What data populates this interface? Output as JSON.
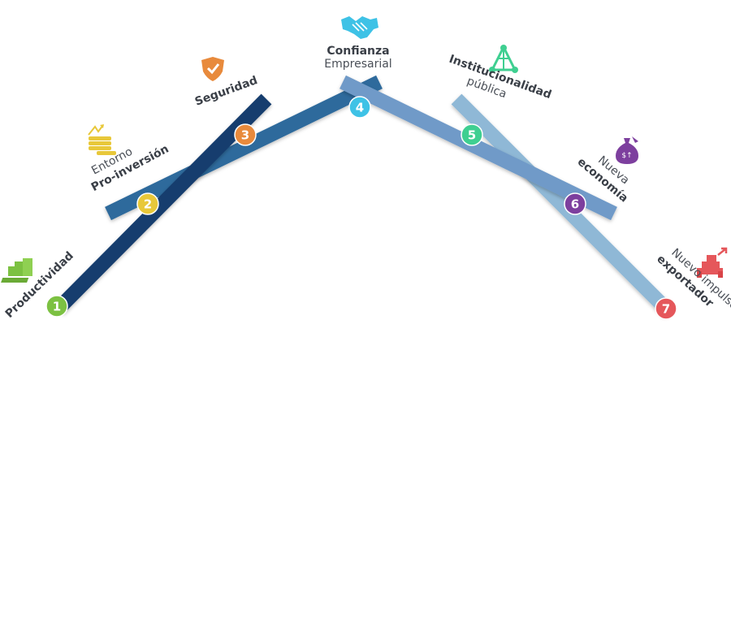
{
  "colors": {
    "bar_darkest": "#173e6e",
    "bar_dark": "#2f6b9c",
    "bar_mid": "#4b7fae",
    "bar_light": "#6f9ac8",
    "bar_lightest": "#8fb8d6",
    "text": "#3a3f47"
  },
  "pillars": [
    {
      "number": "1",
      "line1": "Productividad",
      "line2": "",
      "color": "#7cc142",
      "icon": "bars-chart-icon"
    },
    {
      "number": "2",
      "line1": "Entorno",
      "line2": "Pro-inversión",
      "color": "#e8c83a",
      "icon": "coins-growth-icon"
    },
    {
      "number": "3",
      "line1": "Seguridad",
      "line2": "",
      "color": "#e88a3c",
      "icon": "shield-check-icon"
    },
    {
      "number": "4",
      "line1": "Confianza",
      "line2": "Empresarial",
      "color": "#3ec2e6",
      "icon": "handshake-icon"
    },
    {
      "number": "5",
      "line1": "Institucionalidad",
      "line2": "pública",
      "color": "#3fcf91",
      "icon": "network-triangle-icon"
    },
    {
      "number": "6",
      "line1": "Nueva",
      "line2": "economía",
      "color": "#7d3f9e",
      "icon": "money-bag-icon"
    },
    {
      "number": "7",
      "line1": "Nuevo impulso",
      "line2": "exportador",
      "color": "#e5575b",
      "icon": "export-growth-icon"
    }
  ]
}
